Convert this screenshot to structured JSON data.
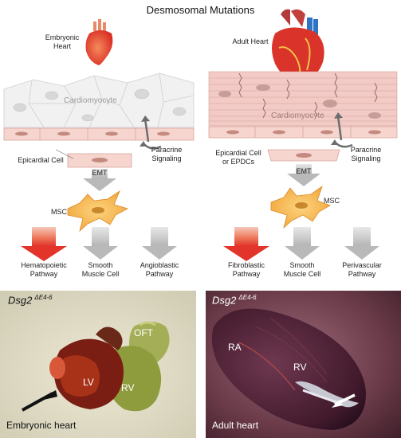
{
  "title": "Desmosomal Mutations",
  "left": {
    "heart_label": "Embryonic\nHeart",
    "cardiomyocyte": "Cardiomyocyte",
    "epicardial_label": "Epicardial Cell",
    "paracrine": "Paracrine\nSignaling",
    "emt": "EMT",
    "msc": "MSC",
    "pathways": [
      "Hematopoietic\nPathway",
      "Smooth\nMuscle Cell",
      "Angioblastic\nPathway"
    ],
    "photo": {
      "gene": "Dsg2",
      "gene_sup": "ΔE4-6",
      "labels": [
        "OFT",
        "LV",
        "RV"
      ],
      "caption": "Embryonic heart"
    }
  },
  "right": {
    "heart_label": "Adult Heart",
    "cardiomyocyte": "Cardiomyocyte",
    "epicardial_label": "Epicardial Cell\nor EPDCs",
    "paracrine": "Paracrine\nSignaling",
    "emt": "EMT",
    "msc": "MSC",
    "pathways": [
      "Fibroblastic\nPathway",
      "Smooth\nMuscle Cell",
      "Perivascular\nPathway"
    ],
    "photo": {
      "gene": "Dsg2",
      "gene_sup": "ΔE4-6",
      "labels": [
        "RA",
        "RV"
      ],
      "caption": "Adult heart"
    }
  },
  "colors": {
    "heart_red": "#e2342a",
    "msc_orange": "#f7b54a",
    "red_arrow": "#e8432f",
    "gray_arrow": "#bdbdbd",
    "adult_tissue": "#f0c8c4",
    "embryo_tissue": "#eeeeee"
  }
}
